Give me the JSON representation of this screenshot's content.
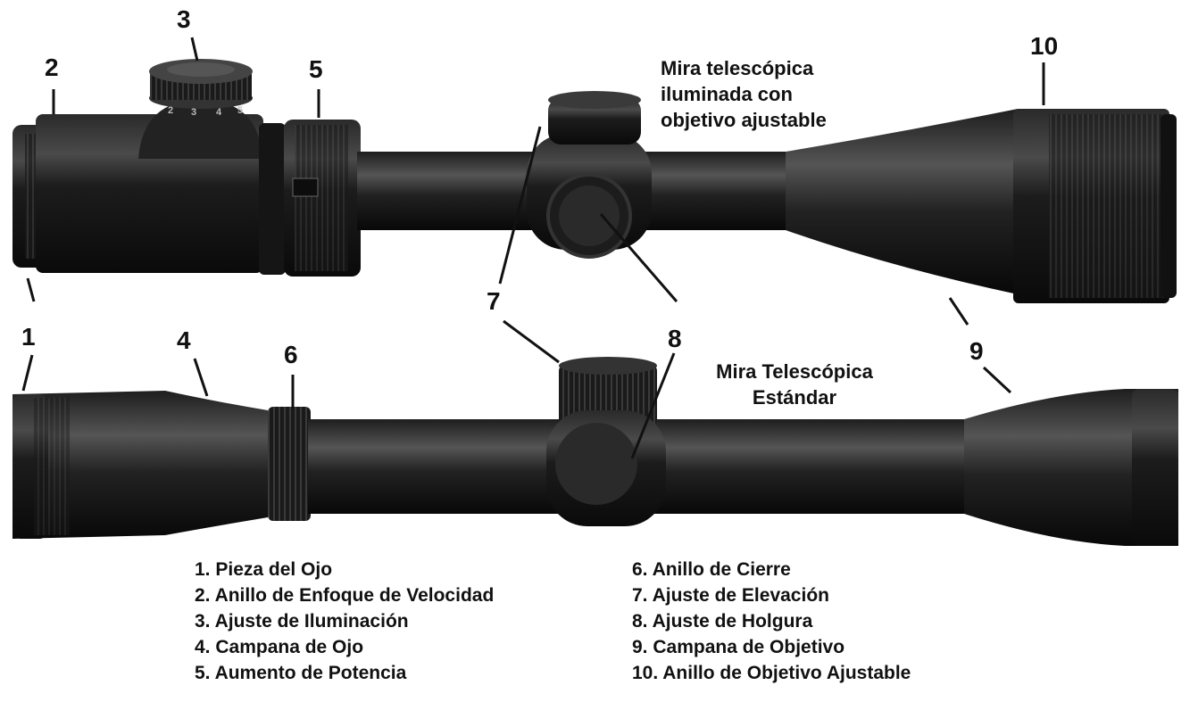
{
  "titles": {
    "illuminated": [
      "Mira telescópica",
      "iluminada con",
      "objetivo ajustable"
    ],
    "standard": [
      "Mira Telescópica",
      "Estándar"
    ]
  },
  "callouts": [
    "1",
    "2",
    "3",
    "4",
    "5",
    "6",
    "7",
    "8",
    "9",
    "10"
  ],
  "dial_marks": [
    "2",
    "3",
    "4",
    "5"
  ],
  "legend_left": [
    "1. Pieza del Ojo",
    "2. Anillo de Enfoque de Velocidad",
    "3. Ajuste de Iluminación",
    "4. Campana de Ojo",
    "5. Aumento de Potencia"
  ],
  "legend_right": [
    "6. Anillo de Cierre",
    "7. Ajuste de Elevación",
    "8. Ajuste de Holgura",
    "9. Campana de Objetivo",
    "10. Anillo de Objetivo Ajustable"
  ]
}
